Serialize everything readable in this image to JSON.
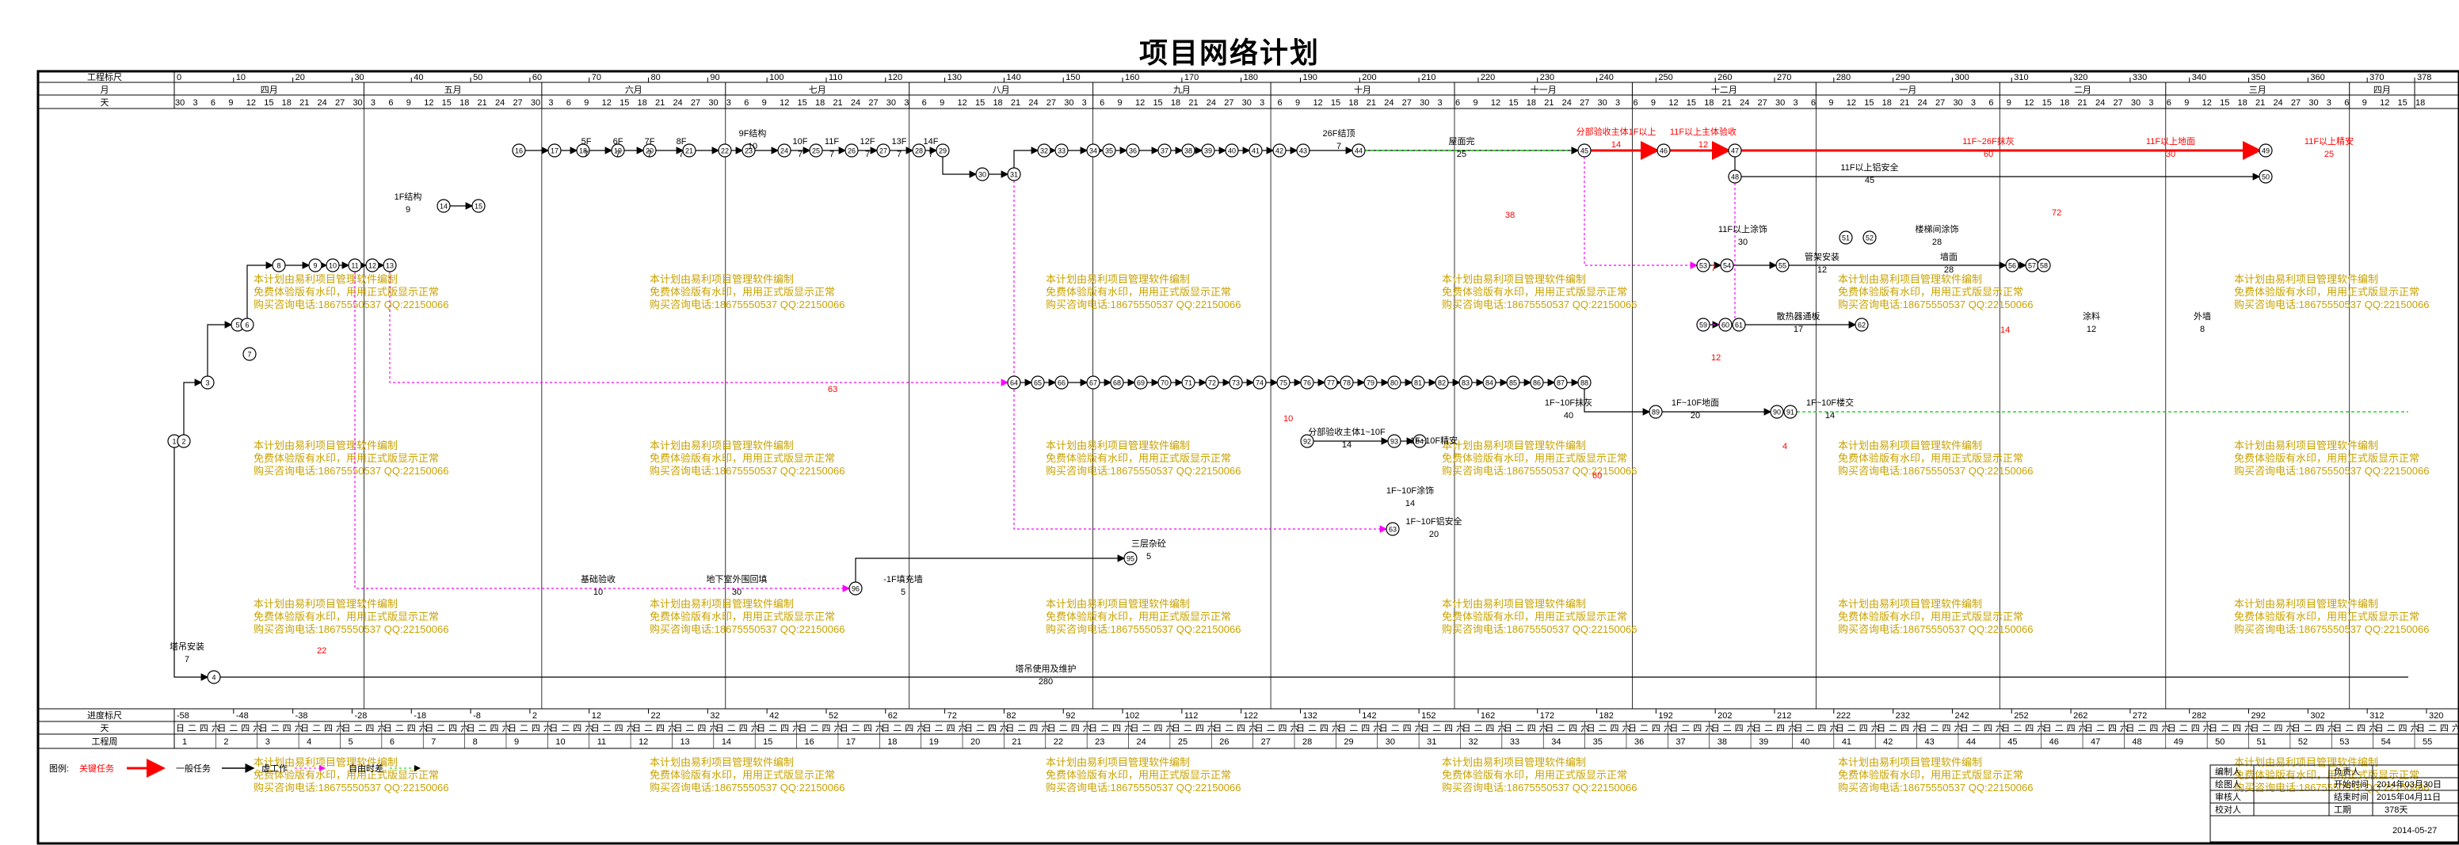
{
  "title": "项目网络计划",
  "scale_top": {
    "row1_label": "工程标尺",
    "row2_label": "月",
    "row3_label": "天",
    "ticks": [
      "0",
      "10",
      "20",
      "30",
      "40",
      "50",
      "60",
      "70",
      "80",
      "90",
      "100",
      "110",
      "120",
      "130",
      "140",
      "150",
      "160",
      "170",
      "180",
      "190",
      "200",
      "210",
      "220",
      "230",
      "240",
      "250",
      "260",
      "270",
      "280",
      "290",
      "300",
      "310",
      "320",
      "330",
      "340",
      "350",
      "360",
      "370",
      "378"
    ],
    "months": [
      "四月",
      "五月",
      "六月",
      "七月",
      "八月",
      "九月",
      "十月",
      "十一月",
      "十二月",
      "一月",
      "二月",
      "三月",
      "四月"
    ]
  },
  "scale_bottom": {
    "row1_label": "进度标尺",
    "row2_label": "天",
    "row3_label": "工程周",
    "ticks": [
      "-58",
      "-48",
      "-38",
      "-28",
      "-18",
      "-8",
      "2",
      "12",
      "22",
      "32",
      "42",
      "52",
      "62",
      "72",
      "82",
      "92",
      "102",
      "112",
      "122",
      "132",
      "142",
      "152",
      "162",
      "172",
      "182",
      "192",
      "202",
      "212",
      "222",
      "232",
      "242",
      "252",
      "262",
      "272",
      "282",
      "292",
      "302",
      "312",
      "320"
    ]
  },
  "nodes": [
    {
      "id": "1",
      "label": "1"
    },
    {
      "id": "2",
      "label": "2"
    },
    {
      "id": "3",
      "label": "3"
    },
    {
      "id": "4",
      "label": "4"
    },
    {
      "id": "5",
      "label": "5"
    },
    {
      "id": "6",
      "label": "6"
    },
    {
      "id": "7",
      "label": "7"
    },
    {
      "id": "8",
      "label": "8"
    },
    {
      "id": "9",
      "label": "9"
    },
    {
      "id": "10",
      "label": "10"
    },
    {
      "id": "11",
      "label": "11"
    },
    {
      "id": "12",
      "label": "12"
    },
    {
      "id": "13",
      "label": "13"
    },
    {
      "id": "14",
      "label": "14"
    },
    {
      "id": "15",
      "label": "15"
    },
    {
      "id": "16",
      "label": "16"
    },
    {
      "id": "17",
      "label": "17"
    },
    {
      "id": "18",
      "label": "18"
    },
    {
      "id": "19",
      "label": "19"
    },
    {
      "id": "20",
      "label": "20"
    },
    {
      "id": "21",
      "label": "21"
    },
    {
      "id": "22",
      "label": "22"
    },
    {
      "id": "23",
      "label": "23"
    },
    {
      "id": "24",
      "label": "24"
    },
    {
      "id": "25",
      "label": "25"
    },
    {
      "id": "26",
      "label": "26"
    },
    {
      "id": "27",
      "label": "27"
    },
    {
      "id": "28",
      "label": "28"
    },
    {
      "id": "29",
      "label": "29"
    },
    {
      "id": "30",
      "label": "30"
    },
    {
      "id": "31",
      "label": "31"
    },
    {
      "id": "32",
      "label": "32"
    },
    {
      "id": "33",
      "label": "33"
    },
    {
      "id": "34",
      "label": "34"
    },
    {
      "id": "35",
      "label": "35"
    },
    {
      "id": "36",
      "label": "36"
    },
    {
      "id": "37",
      "label": "37"
    },
    {
      "id": "38",
      "label": "38"
    },
    {
      "id": "39",
      "label": "39"
    },
    {
      "id": "40",
      "label": "40"
    },
    {
      "id": "41",
      "label": "41"
    },
    {
      "id": "42",
      "label": "42"
    },
    {
      "id": "43",
      "label": "43"
    },
    {
      "id": "44",
      "label": "44"
    },
    {
      "id": "45",
      "label": "45"
    },
    {
      "id": "46",
      "label": "46"
    },
    {
      "id": "47",
      "label": "47"
    },
    {
      "id": "48",
      "label": "48"
    },
    {
      "id": "49",
      "label": "49"
    },
    {
      "id": "50",
      "label": "50"
    },
    {
      "id": "51",
      "label": "51"
    },
    {
      "id": "52",
      "label": "52"
    },
    {
      "id": "53",
      "label": "53"
    },
    {
      "id": "54",
      "label": "54"
    },
    {
      "id": "55",
      "label": "55"
    },
    {
      "id": "56",
      "label": "56"
    },
    {
      "id": "57",
      "label": "57"
    },
    {
      "id": "58",
      "label": "58"
    },
    {
      "id": "59",
      "label": "59"
    },
    {
      "id": "60",
      "label": "60"
    },
    {
      "id": "61",
      "label": "61"
    },
    {
      "id": "62",
      "label": "62"
    },
    {
      "id": "63",
      "label": "63"
    },
    {
      "id": "64",
      "label": "64"
    },
    {
      "id": "65",
      "label": "65"
    },
    {
      "id": "66",
      "label": "66"
    },
    {
      "id": "67",
      "label": "67"
    },
    {
      "id": "68",
      "label": "68"
    },
    {
      "id": "69",
      "label": "69"
    },
    {
      "id": "70",
      "label": "70"
    },
    {
      "id": "71",
      "label": "71"
    },
    {
      "id": "72",
      "label": "72"
    },
    {
      "id": "73",
      "label": "73"
    },
    {
      "id": "74",
      "label": "74"
    },
    {
      "id": "75",
      "label": "75"
    },
    {
      "id": "76",
      "label": "76"
    },
    {
      "id": "77",
      "label": "77"
    },
    {
      "id": "78",
      "label": "78"
    },
    {
      "id": "79",
      "label": "79"
    },
    {
      "id": "80",
      "label": "80"
    },
    {
      "id": "81",
      "label": "81"
    },
    {
      "id": "82",
      "label": "82"
    },
    {
      "id": "83",
      "label": "83"
    },
    {
      "id": "84",
      "label": "84"
    },
    {
      "id": "85",
      "label": "85"
    },
    {
      "id": "86",
      "label": "86"
    },
    {
      "id": "87",
      "label": "87"
    },
    {
      "id": "88",
      "label": "88"
    },
    {
      "id": "89",
      "label": "89"
    },
    {
      "id": "90",
      "label": "90"
    },
    {
      "id": "91",
      "label": "91"
    },
    {
      "id": "92",
      "label": "92"
    },
    {
      "id": "93",
      "label": "93"
    },
    {
      "id": "94",
      "label": "94"
    },
    {
      "id": "95",
      "label": "95"
    },
    {
      "id": "96",
      "label": "96"
    }
  ],
  "activity_labels": [
    {
      "id": "a1",
      "name": "1F结构",
      "duration": "9"
    },
    {
      "id": "a2",
      "name": "5F",
      "duration": "7"
    },
    {
      "id": "a3",
      "name": "6F",
      "duration": "7"
    },
    {
      "id": "a4",
      "name": "7F",
      "duration": "7"
    },
    {
      "id": "a5",
      "name": "8F",
      "duration": "7"
    },
    {
      "id": "a6",
      "name": "9F结构",
      "duration": "10"
    },
    {
      "id": "a7",
      "name": "10F",
      "duration": "7"
    },
    {
      "id": "a8",
      "name": "11F",
      "duration": "7"
    },
    {
      "id": "a9",
      "name": "12F",
      "duration": "7"
    },
    {
      "id": "a10",
      "name": "13F",
      "duration": "7"
    },
    {
      "id": "a11",
      "name": "14F",
      "duration": "7"
    },
    {
      "id": "a12",
      "name": "屋面完",
      "duration": "25"
    },
    {
      "id": "a13",
      "name": "26F结顶",
      "duration": "7"
    },
    {
      "id": "a14",
      "name": "分部验收主体1F以上",
      "duration": "14"
    },
    {
      "id": "a15",
      "name": "11F以上主体验收",
      "duration": "12"
    },
    {
      "id": "a16",
      "name": "11F~26F抹灰",
      "duration": "60"
    },
    {
      "id": "a17",
      "name": "11F以上地面",
      "duration": "30"
    },
    {
      "id": "a18",
      "name": "11F以上精安",
      "duration": "25"
    },
    {
      "id": "a19",
      "name": "11F以上铝安全",
      "duration": "45"
    },
    {
      "id": "a20",
      "name": "11F以上涂饰",
      "duration": "30"
    },
    {
      "id": "a21",
      "name": "楼梯间涂饰",
      "duration": "28"
    },
    {
      "id": "a22",
      "name": "管架安装",
      "duration": "12"
    },
    {
      "id": "a23",
      "name": "墙面",
      "duration": "28"
    },
    {
      "id": "a24",
      "name": "散热器通板",
      "duration": "17"
    },
    {
      "id": "a25",
      "name": "涂料",
      "duration": "12"
    },
    {
      "id": "a26",
      "name": "外墙",
      "duration": "8"
    },
    {
      "id": "a27",
      "name": "1F~10F抹灰",
      "duration": "40"
    },
    {
      "id": "a28",
      "name": "1F~10F地面",
      "duration": "20"
    },
    {
      "id": "a29",
      "name": "1F~10F楼交",
      "duration": "14"
    },
    {
      "id": "a30",
      "name": "分部验收主体1~10F",
      "duration": "14"
    },
    {
      "id": "a31",
      "name": "1F~10F涂饰",
      "duration": "14"
    },
    {
      "id": "a32",
      "name": "1F~10F铝安全",
      "duration": "20"
    },
    {
      "id": "a33",
      "name": "基础验收",
      "duration": "10"
    },
    {
      "id": "a34",
      "name": "地下室外围回填",
      "duration": "30"
    },
    {
      "id": "a35",
      "name": "-1F填充墙",
      "duration": "5"
    },
    {
      "id": "a36",
      "name": "三层杂砼",
      "duration": "5"
    },
    {
      "id": "a37",
      "name": "塔吊使用及维护",
      "duration": "280"
    },
    {
      "id": "a38",
      "name": "1F~10F精安",
      "duration": ""
    },
    {
      "id": "a39",
      "name": "塔吊安装",
      "duration": "7"
    }
  ],
  "float_labels": [
    "63",
    "38",
    "22",
    "72",
    "12",
    "10",
    "60",
    "14",
    "7",
    "4"
  ],
  "watermark": {
    "line1": "本计划由易利项目管理软件编制",
    "line2": "免费体验版有水印，用用正式版显示正常",
    "line3": "购买咨询电话:18675550537 QQ:22150066"
  },
  "legend": {
    "label": "图例:",
    "items": [
      {
        "name": "关键任务",
        "color": "#ff0000"
      },
      {
        "name": "一般任务",
        "color": "#000000"
      },
      {
        "name": "虚工作",
        "color": "#000000"
      },
      {
        "name": "自由时差",
        "color": "#00aa00"
      },
      {
        "name": "里程碑",
        "color": "#ff00ff"
      }
    ]
  },
  "info_box": {
    "rows": [
      {
        "k": "编制人",
        "v": "",
        "k2": "负责人",
        "v2": ""
      },
      {
        "k": "绘图人",
        "v": "",
        "k2": "开始时间",
        "v2": "2014年03月30日"
      },
      {
        "k": "审核人",
        "v": "",
        "k2": "结束时间",
        "v2": "2015年04月11日"
      },
      {
        "k": "校对人",
        "v": "",
        "k2": "工期",
        "v2": "378天"
      }
    ],
    "date": "2014-05-27"
  },
  "colors": {
    "critical": "#ff0000",
    "normal": "#000000",
    "float": "#00cc00",
    "dummy": "#ff00ff",
    "watermark": "#c8a200"
  }
}
